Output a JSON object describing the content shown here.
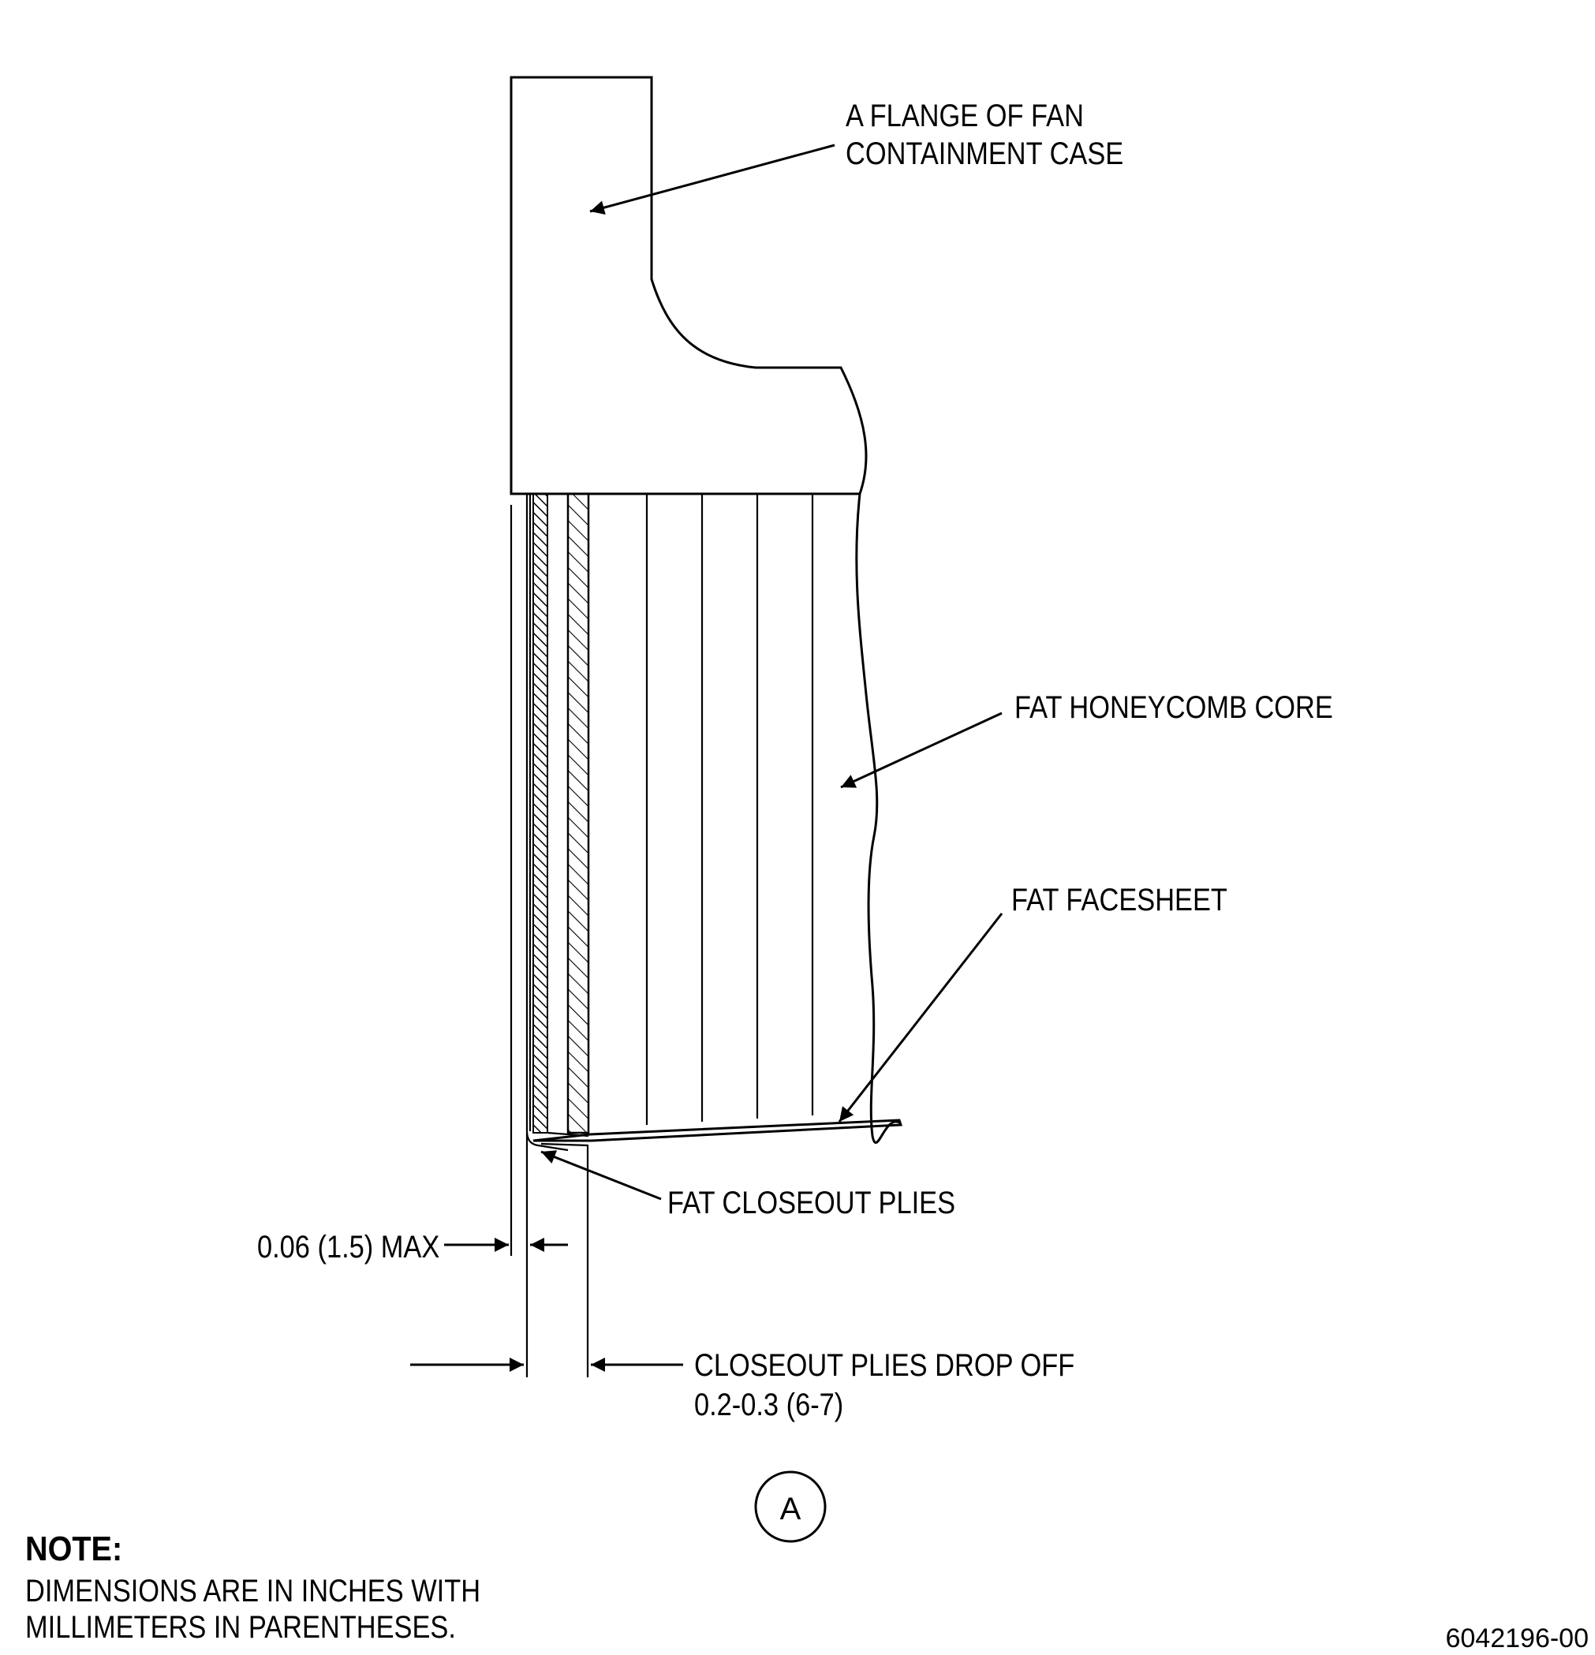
{
  "callouts": {
    "flange_line1": "A FLANGE OF FAN",
    "flange_line2": "CONTAINMENT CASE",
    "honeycomb": "FAT HONEYCOMB CORE",
    "facesheet": "FAT FACESHEET",
    "closeout": "FAT CLOSEOUT PLIES"
  },
  "dimensions": {
    "max_gap": "0.06 (1.5) MAX",
    "dropoff_line1": "CLOSEOUT PLIES DROP OFF",
    "dropoff_line2": "0.2-0.3 (6-7)"
  },
  "view_label": "A",
  "note": {
    "heading": "NOTE:",
    "line1": "DIMENSIONS ARE IN INCHES WITH",
    "line2": "MILLIMETERS IN PARENTHESES."
  },
  "figure_id": "6042196-00"
}
